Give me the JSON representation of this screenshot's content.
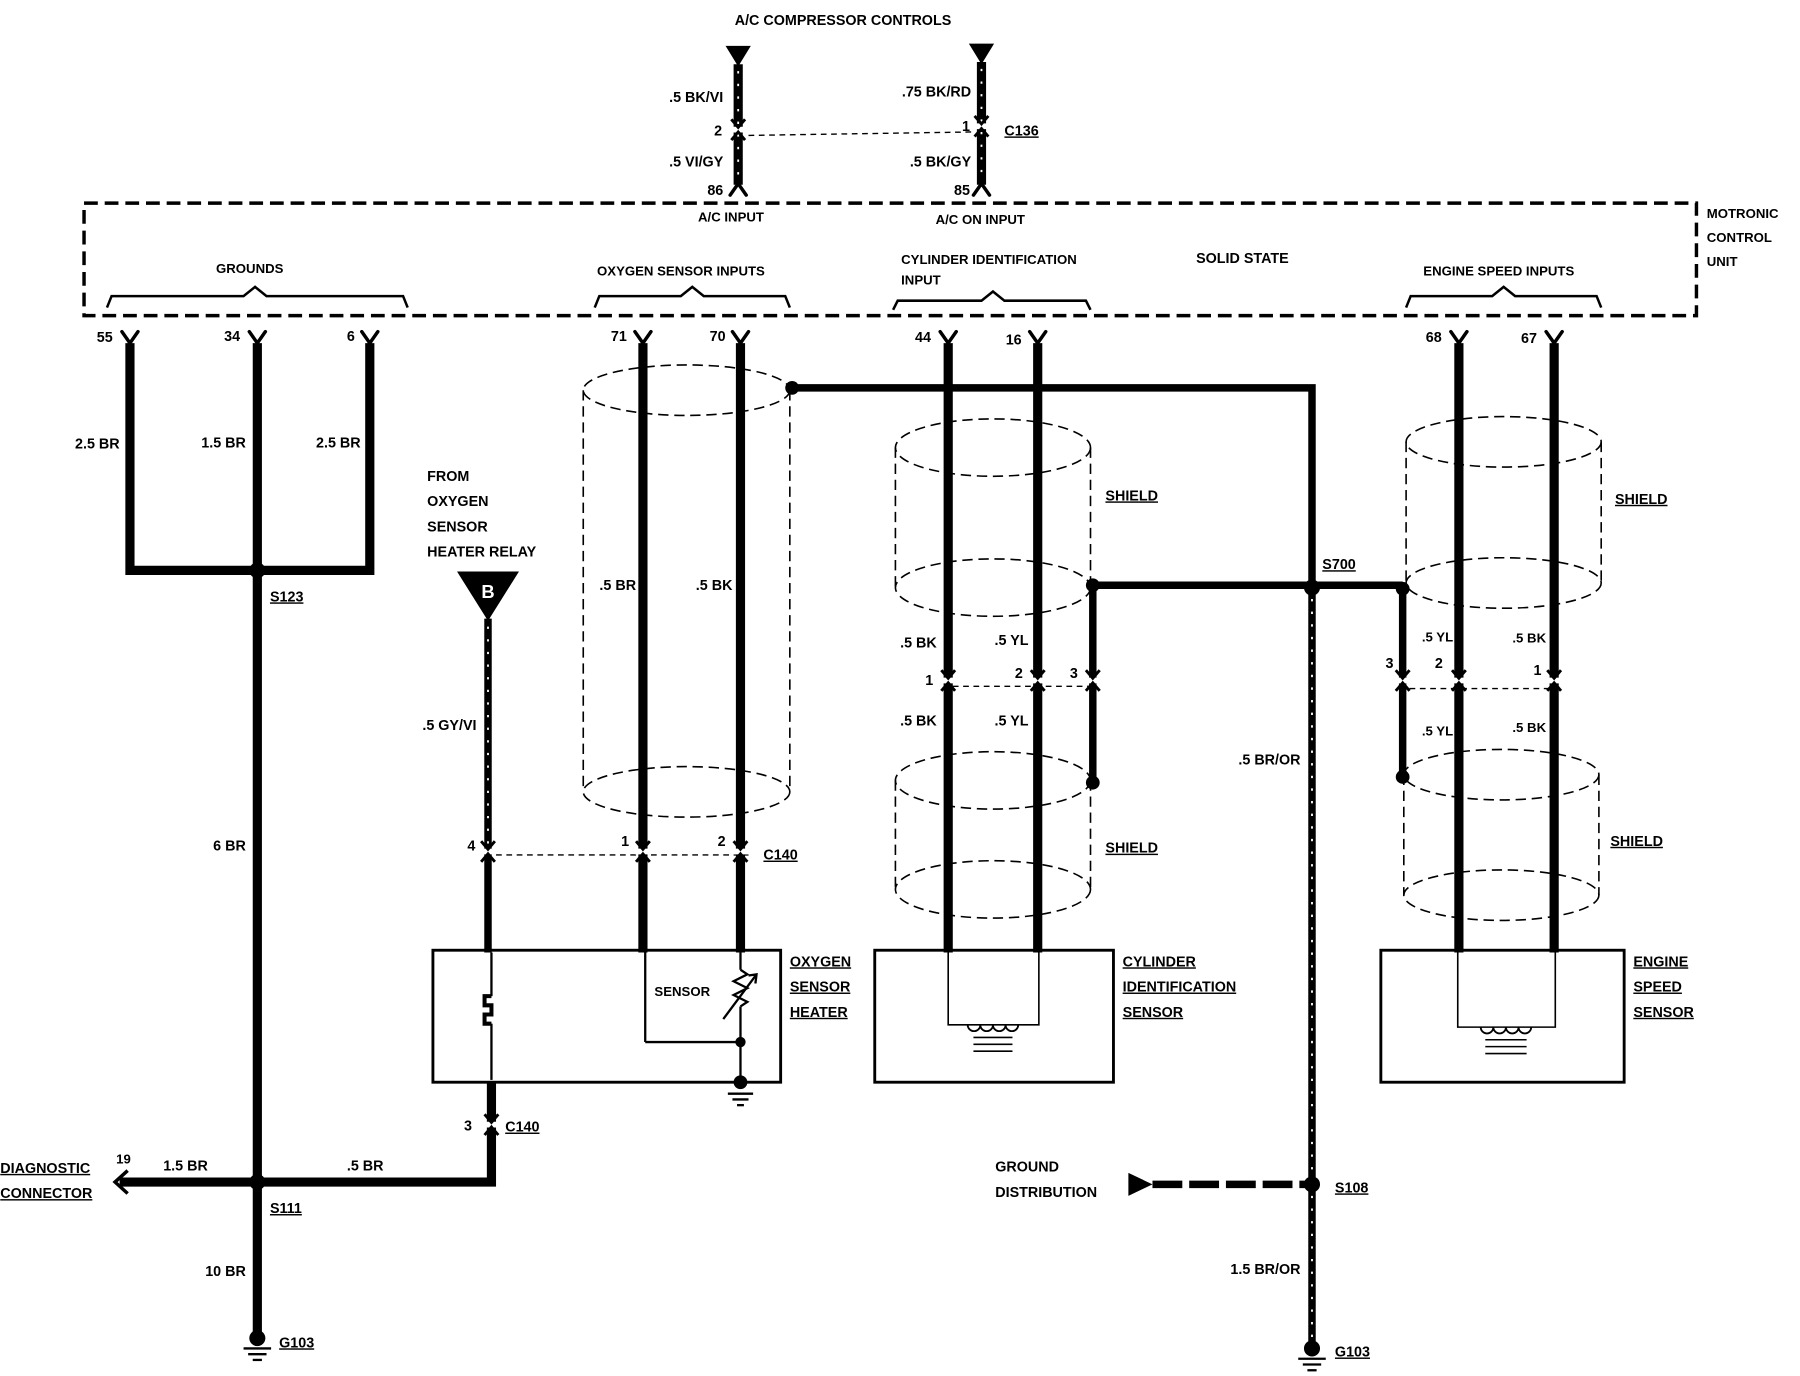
{
  "header": {
    "title": "A/C COMPRESSOR CONTROLS"
  },
  "ac": {
    "left_upper": ".5 BK/VI",
    "left_pin": "2",
    "left_lower": ".5 VI/GY",
    "left_terminal": "86",
    "left_input": "A/C INPUT",
    "right_upper": ".75 BK/RD",
    "right_pin": "1",
    "right_lower": ".5 BK/GY",
    "right_terminal": "85",
    "right_input": "A/C ON INPUT",
    "connector": "C136"
  },
  "control_unit": {
    "name": [
      "MOTRONIC",
      "CONTROL",
      "UNIT"
    ],
    "groups": {
      "grounds": "GROUNDS",
      "oxygen": "OXYGEN SENSOR INPUTS",
      "cylinder": [
        "CYLINDER IDENTIFICATION",
        "INPUT"
      ],
      "solid_state": "SOLID STATE",
      "engine_speed": "ENGINE SPEED INPUTS"
    },
    "pins": [
      "55",
      "34",
      "6",
      "71",
      "70",
      "44",
      "16",
      "68",
      "67"
    ]
  },
  "grounds": {
    "wires": [
      "2.5 BR",
      "1.5 BR",
      "2.5 BR"
    ],
    "splice_top": "S123",
    "trunk": "6 BR",
    "splice_bottom": "S111",
    "to_ground": "10 BR",
    "ground": "G103"
  },
  "diagnostic": {
    "label": [
      "DIAGNOSTIC",
      "CONNECTOR"
    ],
    "pin": "19",
    "wire": "1.5 BR",
    "heater_ground_wire": ".5 BR"
  },
  "oxygen_heater_relay": {
    "label": [
      "FROM",
      "OXYGEN",
      "SENSOR",
      "HEATER RELAY"
    ],
    "symbol": "B",
    "wire": ".5 GY/VI"
  },
  "oxygen_sensor": {
    "wires": [
      ".5 BR",
      ".5 BK"
    ],
    "connector": "C140",
    "pins": [
      "4",
      "1",
      "2"
    ],
    "ground_pin": "3",
    "ground_connector": "C140",
    "element": "SENSOR",
    "label": [
      "OXYGEN",
      "SENSOR",
      "HEATER"
    ]
  },
  "cylinder_sensor": {
    "shield": "SHIELD",
    "shield_lower": "SHIELD",
    "upper_wires": [
      ".5 BK",
      ".5 YL"
    ],
    "pins": [
      "1",
      "2",
      "3"
    ],
    "lower_wires": [
      ".5 BK",
      ".5 YL"
    ],
    "label": [
      "CYLINDER",
      "IDENTIFICATION",
      "SENSOR"
    ]
  },
  "ground_distribution": {
    "splice_shield": "S700",
    "wire": ".5 BR/OR",
    "label": [
      "GROUND",
      "DISTRIBUTION"
    ],
    "splice": "S108",
    "to_ground": "1.5 BR/OR",
    "ground": "G103"
  },
  "engine_speed_sensor": {
    "shield": "SHIELD",
    "shield_lower": "SHIELD",
    "upper_wires": [
      ".5 YL",
      ".5 BK"
    ],
    "pins": [
      "3",
      "2",
      "1"
    ],
    "lower_wires": [
      ".5 YL",
      ".5 BK"
    ],
    "label": [
      "ENGINE",
      "SPEED",
      "SENSOR"
    ]
  }
}
